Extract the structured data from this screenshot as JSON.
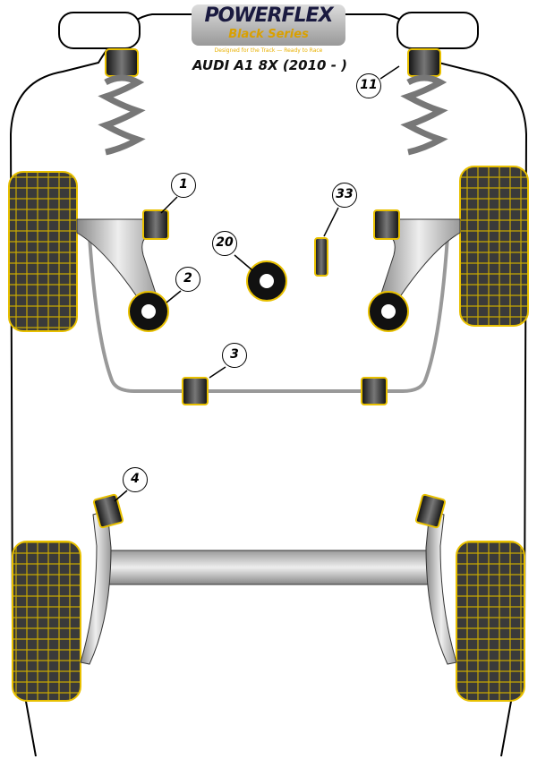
{
  "brand": {
    "name": "POWERFLEX",
    "series": "Black Series",
    "tagline": "Designed for the Track — Ready to Race"
  },
  "title": "AUDI A1 8X (2010 - )",
  "callouts": [
    {
      "label": "1"
    },
    {
      "label": "2"
    },
    {
      "label": "20"
    },
    {
      "label": "33"
    },
    {
      "label": "3"
    },
    {
      "label": "11"
    },
    {
      "label": "4"
    }
  ],
  "colors": {
    "bush": "#e8c000",
    "tyre": "#3a3a3a",
    "outline": "#000000"
  }
}
